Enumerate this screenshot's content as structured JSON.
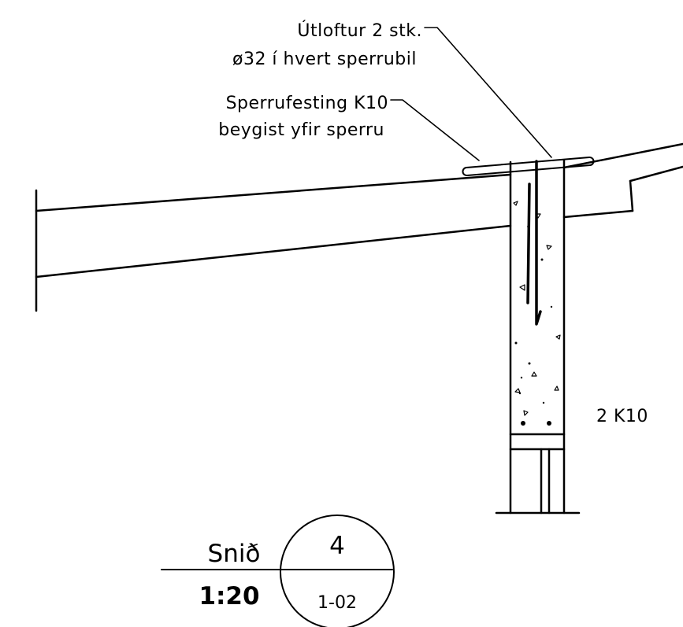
{
  "annotations": {
    "vent_line1": "Útloftur 2 stk.",
    "vent_line2": "ø32 í hvert sperrubil",
    "rafter_line1": "Sperrufesting K10",
    "rafter_line2": "beygist yfir sperru",
    "rebar_label": "2 K10"
  },
  "title_block": {
    "label": "Snið",
    "scale": "1:20",
    "section_number": "4",
    "sheet_ref": "1-02"
  }
}
